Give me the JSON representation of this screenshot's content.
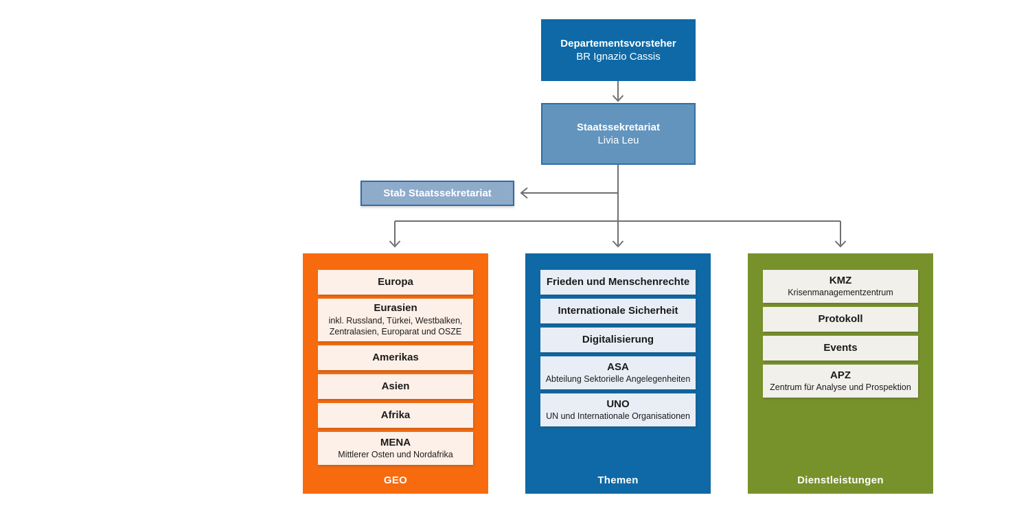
{
  "colors": {
    "federal_blue": "#0e69a6",
    "secretariat_blue": "#6294bd",
    "staff_blue": "#8fabca",
    "blue_border": "#2f6da7",
    "geo_orange": "#f76b0e",
    "geo_item_bg": "#fdf0e8",
    "themen_blue": "#0e69a6",
    "themen_item_bg": "#e9edf6",
    "dienstleistungen_green": "#78922b",
    "dienstleistungen_item_bg": "#f1f0ea",
    "connector_gray": "#6f6f6f",
    "item_text": "#1a1a1a",
    "node_text": "#ffffff"
  },
  "nodes": {
    "head": {
      "title": "Departementsvorsteher",
      "subtitle": "BR Ignazio Cassis"
    },
    "secretariat": {
      "title": "Staatssekretariat",
      "subtitle": "Livia Leu"
    },
    "staff": {
      "title": "Stab Staatssekretariat"
    }
  },
  "columns": [
    {
      "label": "GEO",
      "items": [
        {
          "title": "Europa"
        },
        {
          "title": "Eurasien",
          "subtitle": "inkl. Russland, Türkei, Westbalken, Zentralasien, Europarat und OSZE"
        },
        {
          "title": "Amerikas"
        },
        {
          "title": "Asien"
        },
        {
          "title": "Afrika"
        },
        {
          "title": "MENA",
          "subtitle": "Mittlerer Osten und Nordafrika"
        }
      ]
    },
    {
      "label": "Themen",
      "items": [
        {
          "title": "Frieden und Menschenrechte"
        },
        {
          "title": "Internationale Sicherheit"
        },
        {
          "title": "Digitalisierung"
        },
        {
          "title": "ASA",
          "subtitle": "Abteilung Sektorielle Angelegenheiten"
        },
        {
          "title": "UNO",
          "subtitle": "UN und Internationale Organisationen"
        }
      ]
    },
    {
      "label": "Dienstleistungen",
      "items": [
        {
          "title": "KMZ",
          "subtitle": "Krisenmanagementzentrum"
        },
        {
          "title": "Protokoll"
        },
        {
          "title": "Events"
        },
        {
          "title": "APZ",
          "subtitle": "Zentrum für Analyse und Prospektion"
        }
      ]
    }
  ]
}
